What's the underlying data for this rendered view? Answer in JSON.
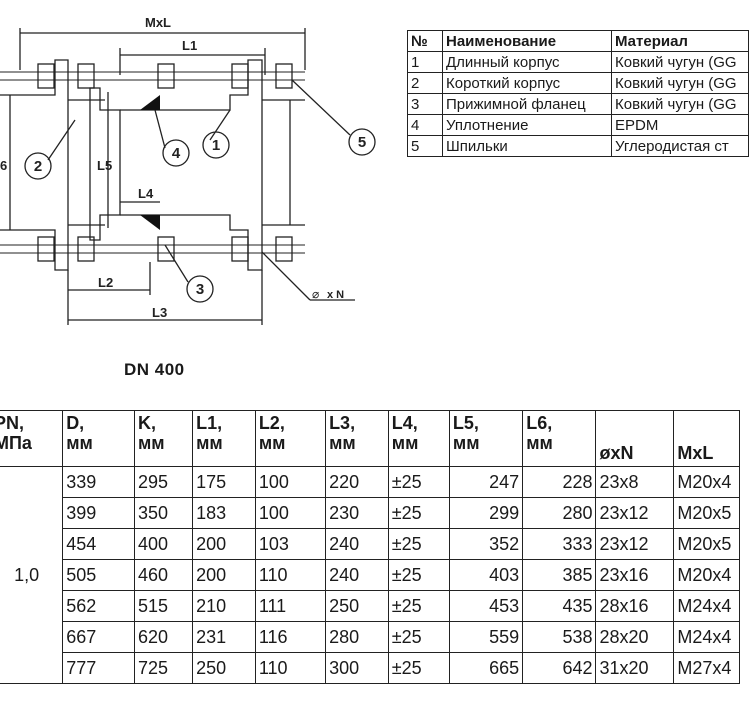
{
  "drawing": {
    "labels": {
      "mxl": "MxL",
      "l1": "L1",
      "l2": "L2",
      "l3": "L3",
      "l4": "L4",
      "l5": "L5",
      "l6_partial": "6",
      "hole": "x N"
    },
    "callouts": [
      "1",
      "2",
      "3",
      "4",
      "5"
    ]
  },
  "parts_table": {
    "headers": [
      "№",
      "Наименование",
      "Материал"
    ],
    "rows": [
      [
        "1",
        "Длинный корпус",
        "Ковкий чугун (GG"
      ],
      [
        "2",
        "Короткий корпус",
        "Ковкий чугун (GG"
      ],
      [
        "3",
        "Прижимной фланец",
        "Ковкий чугун (GG"
      ],
      [
        "4",
        "Уплотнение",
        "EPDM"
      ],
      [
        "5",
        "Шпильки",
        "Углеродистая ст"
      ]
    ]
  },
  "dn_title": "DN 400",
  "dims_table": {
    "headers": [
      [
        "PN,",
        "МПа"
      ],
      [
        "D,",
        "мм"
      ],
      [
        "K,",
        "мм"
      ],
      [
        "L1,",
        "мм"
      ],
      [
        "L2,",
        "мм"
      ],
      [
        "L3,",
        "мм"
      ],
      [
        "L4,",
        "мм"
      ],
      [
        "L5,",
        "мм"
      ],
      [
        "L6,",
        "мм"
      ],
      [
        "øxN",
        ""
      ],
      [
        "MxL",
        ""
      ]
    ],
    "pn_value": "1,0",
    "rows": [
      [
        "339",
        "295",
        "175",
        "100",
        "220",
        "±25",
        "247",
        "228",
        "23x8",
        "M20x4"
      ],
      [
        "399",
        "350",
        "183",
        "100",
        "230",
        "±25",
        "299",
        "280",
        "23x12",
        "M20x5"
      ],
      [
        "454",
        "400",
        "200",
        "103",
        "240",
        "±25",
        "352",
        "333",
        "23x12",
        "M20x5"
      ],
      [
        "505",
        "460",
        "200",
        "110",
        "240",
        "±25",
        "403",
        "385",
        "23x16",
        "M20x4"
      ],
      [
        "562",
        "515",
        "210",
        "111",
        "250",
        "±25",
        "453",
        "435",
        "28x16",
        "M24x4"
      ],
      [
        "667",
        "620",
        "231",
        "116",
        "280",
        "±25",
        "559",
        "538",
        "28x20",
        "M24x4"
      ],
      [
        "777",
        "725",
        "250",
        "110",
        "300",
        "±25",
        "665",
        "642",
        "31x20",
        "M27x4"
      ]
    ]
  }
}
